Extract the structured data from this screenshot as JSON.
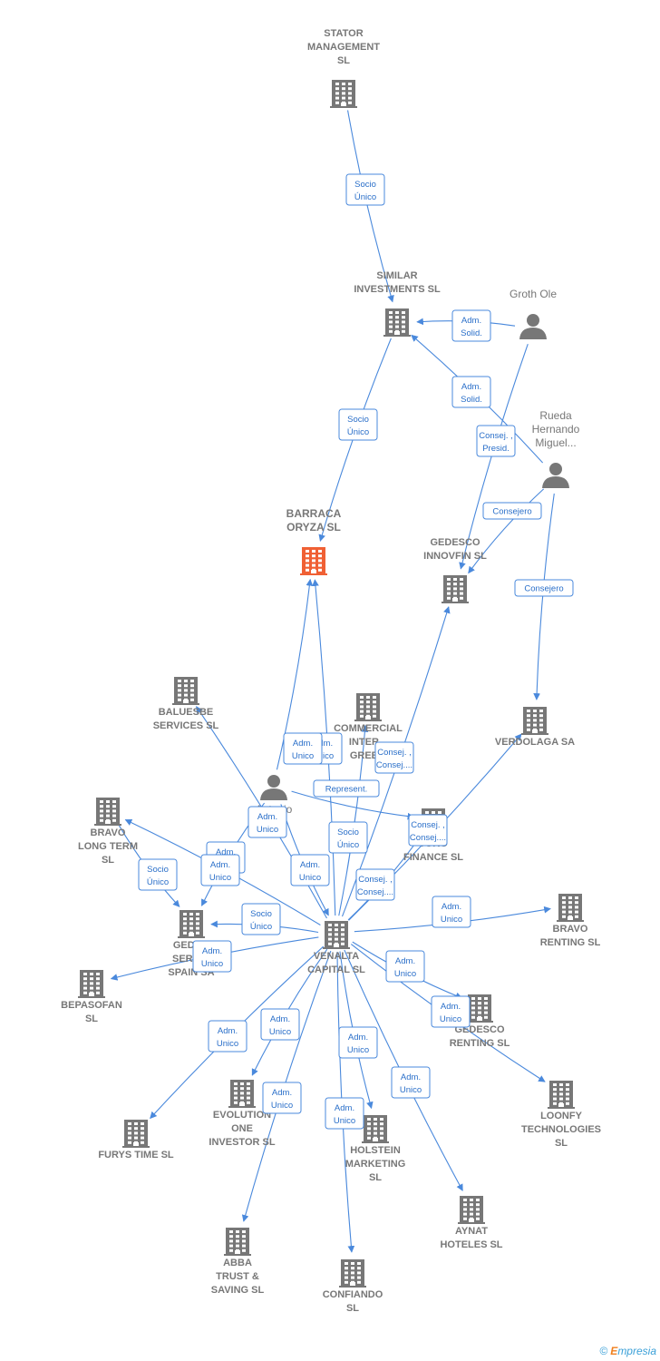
{
  "colors": {
    "edge": "#4a89dc",
    "node": "#777777",
    "focus": "#f06034",
    "label": "#2a6fc9"
  },
  "footer": {
    "copyright": "©",
    "brand_initial": "E",
    "brand_rest": "mpresia"
  },
  "nodes": [
    {
      "id": "stator",
      "type": "company",
      "lines": [
        "STATOR",
        "MANAGEMENT",
        "SL"
      ]
    },
    {
      "id": "similar",
      "type": "company",
      "lines": [
        "SIMILAR",
        "INVESTMENTS SL"
      ]
    },
    {
      "id": "groth",
      "type": "person",
      "lines": [
        "Groth Ole"
      ]
    },
    {
      "id": "rueda",
      "type": "person",
      "lines": [
        "Rueda",
        "Hernando",
        "Miguel..."
      ]
    },
    {
      "id": "barraca",
      "type": "focus",
      "lines": [
        "BARRACA",
        "ORYZA  SL"
      ]
    },
    {
      "id": "gedinnov",
      "type": "company",
      "lines": [
        "GEDESCO",
        "INNOVFIN  SL"
      ]
    },
    {
      "id": "verdolaga",
      "type": "company",
      "lines": [
        "VERDOLAGA SA"
      ]
    },
    {
      "id": "baluesbe",
      "type": "company",
      "lines": [
        "BALUESBE",
        "SERVICES  SL"
      ]
    },
    {
      "id": "commercial",
      "type": "company",
      "lines": [
        "COMMERCIAL",
        "INTER...",
        "GREE..."
      ]
    },
    {
      "id": "antonio",
      "type": "person",
      "lines": [
        "Antonio"
      ]
    },
    {
      "id": "toro",
      "type": "company",
      "lines": [
        "TORO",
        "FINANCE  SL"
      ]
    },
    {
      "id": "bravolt",
      "type": "company",
      "lines": [
        "BRAVO",
        "LONG TERM",
        "SL"
      ]
    },
    {
      "id": "gedspain",
      "type": "company",
      "lines": [
        "GEDE...",
        "SERVI...",
        "SPAIN SA"
      ]
    },
    {
      "id": "venalta",
      "type": "company",
      "lines": [
        "VENALTA",
        "CAPITAL  SL"
      ]
    },
    {
      "id": "bravorent",
      "type": "company",
      "lines": [
        "BRAVO",
        "RENTING  SL"
      ]
    },
    {
      "id": "bepasofan",
      "type": "company",
      "lines": [
        "BEPASOFAN",
        "SL"
      ]
    },
    {
      "id": "gedrent",
      "type": "company",
      "lines": [
        "GEDESCO",
        "RENTING  SL"
      ]
    },
    {
      "id": "loonfy",
      "type": "company",
      "lines": [
        "LOONFY",
        "TECHNOLOGIES",
        "SL"
      ]
    },
    {
      "id": "furys",
      "type": "company",
      "lines": [
        "FURYS TIME SL"
      ]
    },
    {
      "id": "evolution",
      "type": "company",
      "lines": [
        "EVOLUTION",
        "ONE",
        "INVESTOR  SL"
      ]
    },
    {
      "id": "holstein",
      "type": "company",
      "lines": [
        "HOLSTEIN",
        "MARKETING",
        "SL"
      ]
    },
    {
      "id": "aynat",
      "type": "company",
      "lines": [
        "AYNAT",
        "HOTELES  SL"
      ]
    },
    {
      "id": "abba",
      "type": "company",
      "lines": [
        "ABBA",
        "TRUST &",
        "SAVING  SL"
      ]
    },
    {
      "id": "confiando",
      "type": "company",
      "lines": [
        "CONFIANDO",
        "SL"
      ]
    }
  ],
  "edges": [
    {
      "from": "stator",
      "to": "similar",
      "label": [
        "Socio",
        "Único"
      ]
    },
    {
      "from": "groth",
      "to": "similar",
      "label": [
        "Adm.",
        "Solid."
      ]
    },
    {
      "from": "rueda",
      "to": "similar",
      "label": [
        "Adm.",
        "Solid."
      ]
    },
    {
      "from": "groth",
      "to": "gedinnov",
      "label": [
        "Consej. ,",
        "Presid."
      ]
    },
    {
      "from": "rueda",
      "to": "gedinnov",
      "label": [
        "Consejero"
      ]
    },
    {
      "from": "rueda",
      "to": "verdolaga",
      "label": [
        "Consejero"
      ]
    },
    {
      "from": "similar",
      "to": "barraca",
      "label": [
        "Socio",
        "Único"
      ]
    },
    {
      "from": "venalta",
      "to": "barraca",
      "label": [
        "Adm.",
        "Unico"
      ]
    },
    {
      "from": "venalta",
      "to": "gedinnov",
      "label": [
        "Consej. ,",
        "Consej...."
      ]
    },
    {
      "from": "venalta",
      "to": "verdolaga",
      "label": [
        "Consej. ,",
        "Consej...."
      ]
    },
    {
      "from": "venalta",
      "to": "commercial",
      "label": [
        "Socio",
        "Único"
      ]
    },
    {
      "from": "venalta",
      "to": "baluesbe",
      "label": [
        "Adm.",
        "Unico"
      ]
    },
    {
      "from": "antonio",
      "to": "toro",
      "label": [
        "Represent."
      ]
    },
    {
      "from": "antonio",
      "to": "venalta",
      "label": [
        "Adm.",
        "Unico"
      ]
    },
    {
      "from": "venalta",
      "to": "toro",
      "label": [
        "Consej. ,",
        "Consej...."
      ]
    },
    {
      "from": "venalta",
      "to": "bravolt",
      "label": [
        "Adm.",
        "Unico"
      ]
    },
    {
      "from": "antonio",
      "to": "gedspain",
      "label": [
        "Adm.",
        "Unico"
      ]
    },
    {
      "from": "venalta",
      "to": "gedspain",
      "label": [
        "Socio",
        "Único"
      ]
    },
    {
      "from": "venalta",
      "to": "bravorent",
      "label": [
        "Adm.",
        "Unico"
      ]
    },
    {
      "from": "venalta",
      "to": "bepasofan",
      "label": [
        "Adm.",
        "Unico"
      ]
    },
    {
      "from": "venalta",
      "to": "gedrent",
      "label": [
        "Adm.",
        "Unico"
      ]
    },
    {
      "from": "venalta",
      "to": "loonfy",
      "label": [
        "Adm.",
        "Unico"
      ]
    },
    {
      "from": "venalta",
      "to": "furys",
      "label": [
        "Adm.",
        "Unico"
      ]
    },
    {
      "from": "venalta",
      "to": "evolution",
      "label": [
        "Adm.",
        "Unico"
      ]
    },
    {
      "from": "venalta",
      "to": "holstein",
      "label": [
        "Adm.",
        "Unico"
      ]
    },
    {
      "from": "venalta",
      "to": "aynat",
      "label": [
        "Adm.",
        "Unico"
      ]
    },
    {
      "from": "venalta",
      "to": "abba",
      "label": [
        "Adm.",
        "Unico"
      ]
    },
    {
      "from": "venalta",
      "to": "confiando",
      "label": [
        "Adm.",
        "Unico"
      ]
    },
    {
      "from": "bravolt",
      "to": "gedspain",
      "label": [
        "Socio",
        "Único"
      ]
    },
    {
      "from": "antonio",
      "to": "barraca",
      "label": [
        "Adm.",
        "Unico"
      ]
    }
  ]
}
